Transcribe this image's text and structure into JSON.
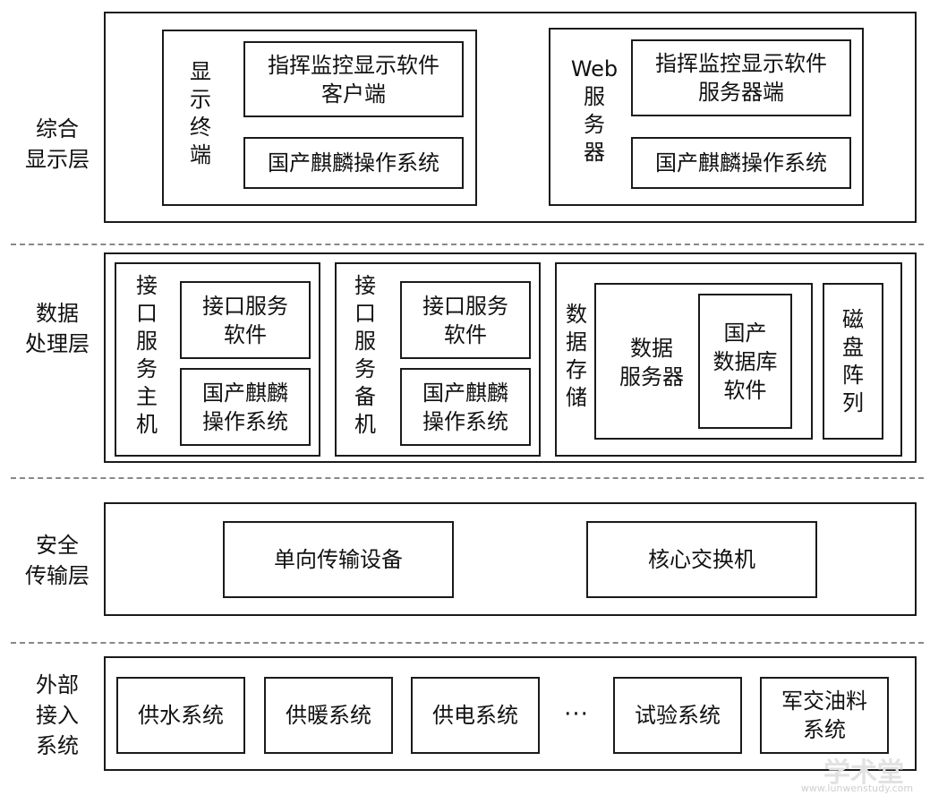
{
  "layers": {
    "display": "综合\n显示层",
    "processing": "数据\n处理层",
    "security": "安全\n传输层",
    "external": "外部\n接入\n系统"
  },
  "display_layer": {
    "terminal": {
      "label": "显\n示\n终\n端",
      "software": "指挥监控显示软件\n客户端",
      "os": "国产麒麟操作系统"
    },
    "web_server": {
      "label": "Web\n服\n务\n器",
      "software": "指挥监控显示软件\n服务器端",
      "os": "国产麒麟操作系统"
    }
  },
  "processing_layer": {
    "primary_host": {
      "label": "接\n口\n服\n务\n主\n机",
      "software": "接口服务\n软件",
      "os": "国产麒麟\n操作系统"
    },
    "backup_host": {
      "label": "接\n口\n服\n务\n备\n机",
      "software": "接口服务\n软件",
      "os": "国产麒麟\n操作系统"
    },
    "storage": {
      "label": "数\n据\n存\n储",
      "data_server": "数据\n服务器",
      "db_software": "国产\n数据库\n软件",
      "disk_array": "磁\n盘\n阵\n列"
    }
  },
  "security_layer": {
    "oneway": "单向传输设备",
    "switch": "核心交换机"
  },
  "external_systems": {
    "items": [
      "供水系统",
      "供暖系统",
      "供电系统",
      "试验系统",
      "军交油料\n系统"
    ],
    "ellipsis": "···"
  },
  "watermark": {
    "text": "学术堂",
    "url": "www.lunwenstudy.com"
  }
}
